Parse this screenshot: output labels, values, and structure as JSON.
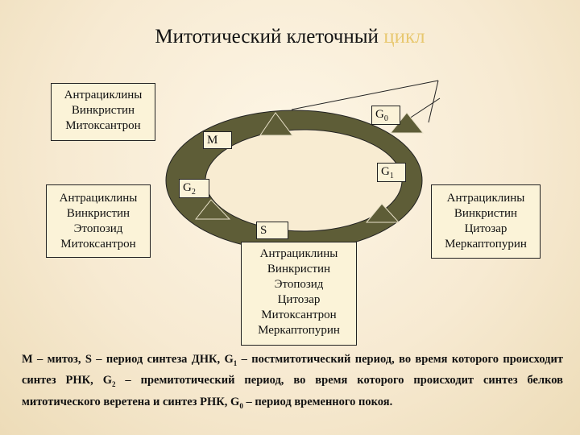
{
  "title_main": "Митотический клеточный ",
  "title_highlight": "цикл",
  "drugs_top_left": [
    "Антрациклины",
    "Винкристин",
    "Митоксантрон"
  ],
  "drugs_left": [
    "Антрациклины",
    "Винкристин",
    "Этопозид",
    "Митоксантрон"
  ],
  "drugs_right": [
    "Антрациклины",
    "Винкристин",
    "Цитозар",
    "Меркаптопурин"
  ],
  "drugs_bottom": [
    "Антрациклины",
    "Винкристин",
    "Этопозид",
    "Цитозар",
    "Митоксантрон",
    "Меркаптопурин"
  ],
  "phases": {
    "g0": "G",
    "g0_sub": "0",
    "m": "M",
    "g1": "G",
    "g1_sub": "1",
    "g2": "G",
    "g2_sub": "2",
    "s": "S"
  },
  "caption": {
    "p1": "М – митоз, S – период синтеза ДНК, G",
    "s1": "1",
    "p2": " – постмитотический период, во время которого происходит синтез РНК, G",
    "s2": "2",
    "p3": " – премитотический период, во время которого происходит синтез белков митотического веретена и синтез РНК, G",
    "s3": "0",
    "p4": " – период временного покоя."
  },
  "colors": {
    "ring": "#5e5d37",
    "box": "#fbf3d8",
    "title_highlight": "#e8c870"
  }
}
